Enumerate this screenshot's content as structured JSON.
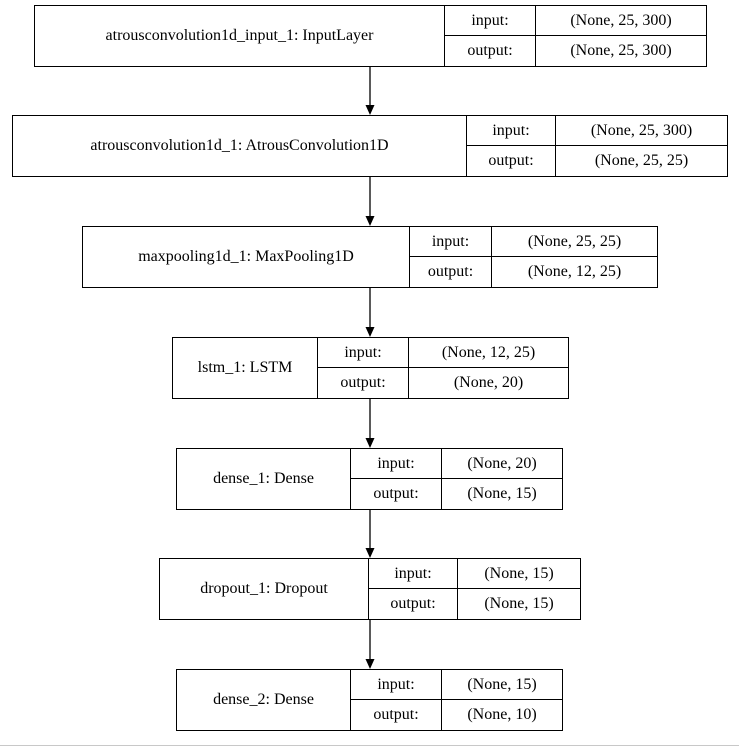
{
  "diagram": {
    "layers": [
      {
        "name": "atrousconvolution1d_input_1: InputLayer",
        "ports": [
          {
            "label": "input:",
            "shape": "(None, 25, 300)"
          },
          {
            "label": "output:",
            "shape": "(None, 25, 300)"
          }
        ]
      },
      {
        "name": "atrousconvolution1d_1: AtrousConvolution1D",
        "ports": [
          {
            "label": "input:",
            "shape": "(None, 25, 300)"
          },
          {
            "label": "output:",
            "shape": "(None, 25, 25)"
          }
        ]
      },
      {
        "name": "maxpooling1d_1: MaxPooling1D",
        "ports": [
          {
            "label": "input:",
            "shape": "(None, 25, 25)"
          },
          {
            "label": "output:",
            "shape": "(None, 12, 25)"
          }
        ]
      },
      {
        "name": "lstm_1: LSTM",
        "ports": [
          {
            "label": "input:",
            "shape": "(None, 12, 25)"
          },
          {
            "label": "output:",
            "shape": "(None, 20)"
          }
        ]
      },
      {
        "name": "dense_1: Dense",
        "ports": [
          {
            "label": "input:",
            "shape": "(None, 20)"
          },
          {
            "label": "output:",
            "shape": "(None, 15)"
          }
        ]
      },
      {
        "name": "dropout_1: Dropout",
        "ports": [
          {
            "label": "input:",
            "shape": "(None, 15)"
          },
          {
            "label": "output:",
            "shape": "(None, 15)"
          }
        ]
      },
      {
        "name": "dense_2: Dense",
        "ports": [
          {
            "label": "input:",
            "shape": "(None, 15)"
          },
          {
            "label": "output:",
            "shape": "(None, 10)"
          }
        ]
      }
    ]
  }
}
